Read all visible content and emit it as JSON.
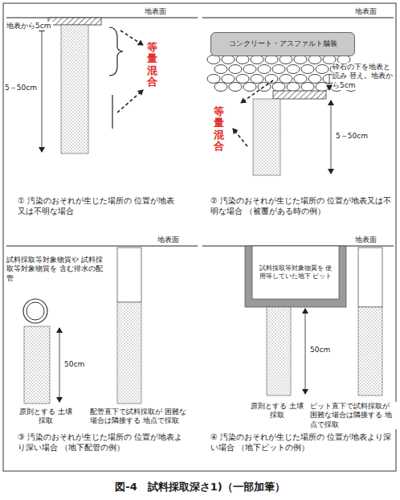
{
  "diagram": {
    "caption": "図-4　試料採取深さ1)（一部加筆）",
    "nodes": [
      {
        "text": [
          "コンクリート・アスファルト舗装"
        ]
      },
      {
        "text": [
          "試料採取等対象物質を 使用等していた地下 ピット"
        ]
      }
    ],
    "labels": [
      "地表面",
      "地表から5cm",
      "5～50cm",
      "等量混合",
      "① 汚染のおそれが生じた場所の 位置が地表又は不明な場合",
      "地表面",
      "砕石の下を地表と読み 替え。地表から5cm",
      "等量混合",
      "5～50cm",
      "② 汚染のおそれが生じた場所の 位置が地表又は不明な場合 （被覆がある時の例）",
      "地表面",
      "試料採取等対象物質や 試料採取等対象物質を 含む排水の配管",
      "50cm",
      "原則とする 土壌採取",
      "配管直下で試料採取が 困難な場合は隣接する 地点で採取",
      "③ 汚染のおそれが生じた場所の 位置が地表より深い場合 （地下配管の例）",
      "地表面",
      "50cm",
      "原則とする 土壌採取",
      "ピット直下で試料採取が 困難な場合は隣接する 地点で採取",
      "④ 汚染のおそれが生じた場所の 位置が地表より深い場合 （地下ピットの例）"
    ]
  }
}
